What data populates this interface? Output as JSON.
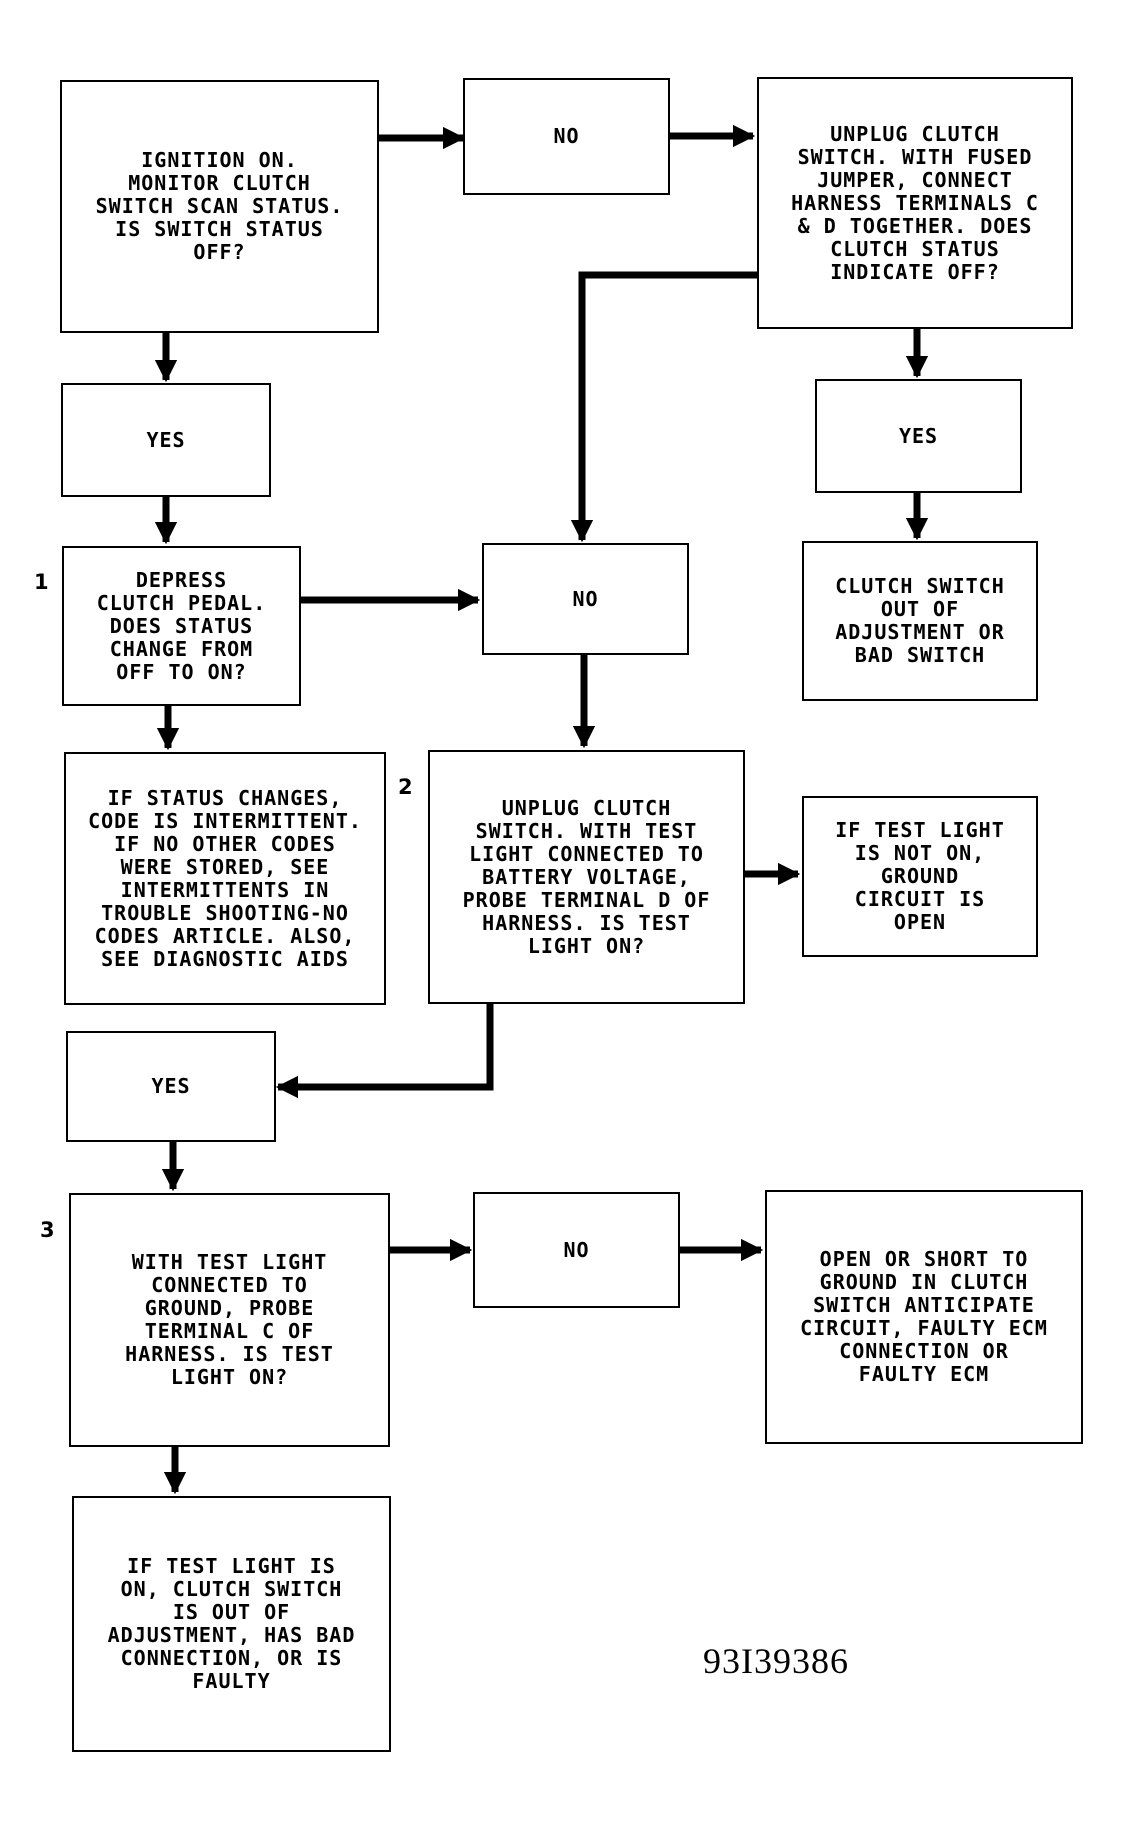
{
  "flowchart": {
    "figure_id": "93I39386",
    "step_numbers": {
      "s1": "1",
      "s2": "2",
      "s3": "3"
    },
    "boxes": {
      "ignition": "IGNITION ON.\nMONITOR CLUTCH\nSWITCH SCAN STATUS.\nIS SWITCH STATUS\nOFF?",
      "no_top": "NO",
      "unplug_fused": "UNPLUG CLUTCH\nSWITCH. WITH FUSED\nJUMPER, CONNECT\nHARNESS TERMINALS C\n& D TOGETHER. DOES\nCLUTCH STATUS\nINDICATE OFF?",
      "yes_left": "YES",
      "yes_right": "YES",
      "depress": "DEPRESS\nCLUTCH PEDAL.\nDOES STATUS\nCHANGE FROM\nOFF TO ON?",
      "no_middle": "NO",
      "out_of_adjustment": "CLUTCH SWITCH\nOUT OF\nADJUSTMENT OR\nBAD SWITCH",
      "intermittent": "IF STATUS CHANGES,\nCODE IS INTERMITTENT.\nIF NO OTHER CODES\nWERE STORED, SEE\nINTERMITTENTS IN\nTROUBLE SHOOTING-NO\nCODES ARTICLE. ALSO,\nSEE DIAGNOSTIC AIDS",
      "unplug_test_light": "UNPLUG CLUTCH\nSWITCH. WITH TEST\nLIGHT CONNECTED TO\nBATTERY VOLTAGE,\nPROBE TERMINAL D OF\nHARNESS. IS TEST\nLIGHT ON?",
      "ground_open": "IF TEST LIGHT\nIS NOT ON,\nGROUND\nCIRCUIT IS\nOPEN",
      "yes_lower": "YES",
      "test_light_ground": "WITH TEST LIGHT\nCONNECTED TO\nGROUND, PROBE\nTERMINAL C OF\nHARNESS. IS TEST\nLIGHT ON?",
      "no_bottom": "NO",
      "open_short": "OPEN OR SHORT TO\nGROUND IN CLUTCH\nSWITCH ANTICIPATE\nCIRCUIT, FAULTY ECM\nCONNECTION OR\nFAULTY ECM",
      "faulty_switch": "IF TEST LIGHT IS\nON, CLUTCH SWITCH\nIS OUT OF\nADJUSTMENT, HAS BAD\nCONNECTION, OR IS\nFAULTY"
    }
  }
}
